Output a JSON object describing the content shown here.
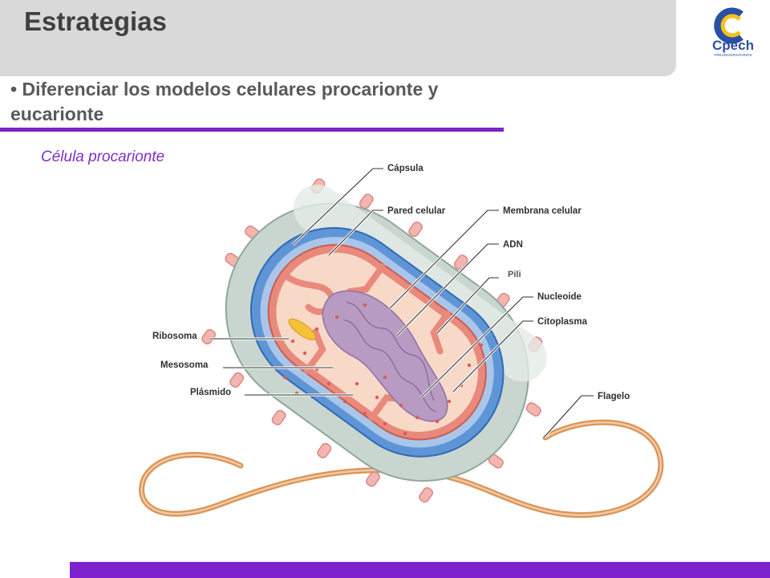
{
  "header": {
    "title": "Estrategias"
  },
  "logo": {
    "text": "Cpech",
    "subtext": "PREUNIVERSITARIOS"
  },
  "content": {
    "bullet": "Diferenciar los modelos celulares procarionte y eucarionte",
    "subtitle": "Célula procarionte"
  },
  "diagram": {
    "labels": {
      "capsula": "Cápsula",
      "pared": "Pared celular",
      "membrana": "Membrana celular",
      "adn": "ADN",
      "pili": "Pili",
      "nucleoide": "Nucleoide",
      "citoplasma": "Citoplasma",
      "flagelo": "Flagelo",
      "ribosoma": "Ribosoma",
      "mesosoma": "Mesosoma",
      "plasmido": "Plásmido"
    }
  },
  "colors": {
    "header_bg": "#d9d9d9",
    "accent_purple": "#7e22ce",
    "title_gray": "#404040",
    "capsule": "#c9d6cf",
    "cell_wall": "#4a8bd0",
    "membrane": "#e87a6c",
    "cytoplasm": "#f8d9c8",
    "nucleoid": "#b79bc2",
    "flagellum": "#d9955a"
  }
}
